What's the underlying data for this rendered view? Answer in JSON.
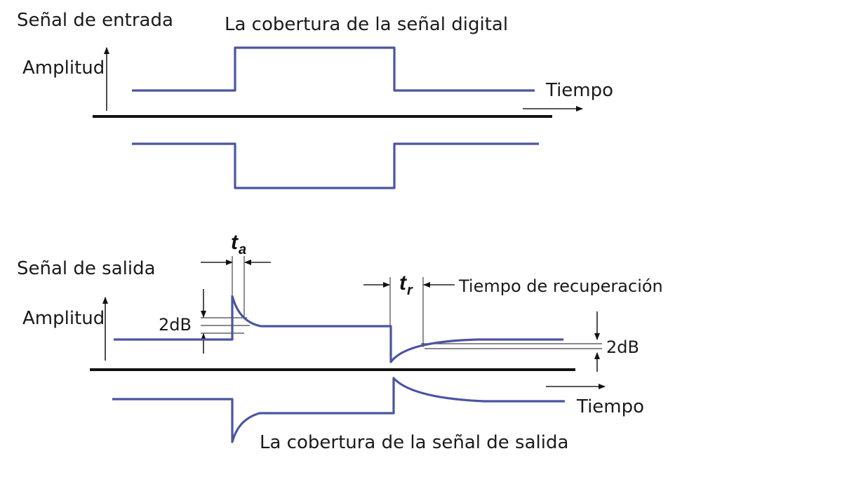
{
  "top": {
    "title_left": "Señal de entrada",
    "title_center": "La cobertura de la señal digital",
    "amplitude_label": "Amplitud",
    "time_label": "Tiempo"
  },
  "bottom": {
    "title_left": "Señal de salida",
    "amplitude_label": "Amplitud",
    "time_label": "Tiempo",
    "attack_symbol": "t",
    "attack_subscript": "a",
    "recovery_symbol": "t",
    "recovery_subscript": "r",
    "recovery_label": "Tiempo de recuperación",
    "level_left": "2dB",
    "level_right": "2dB",
    "caption": "La cobertura de la señal de salida"
  },
  "colors": {
    "signal": "#4a55a0",
    "axis": "#111111",
    "background": "#ffffff"
  }
}
